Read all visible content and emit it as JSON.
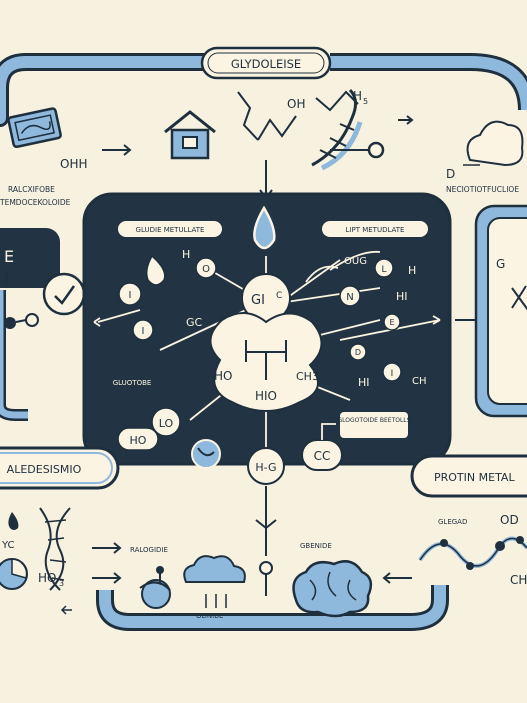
{
  "colors": {
    "background": "#f7f1df",
    "panel": "#223443",
    "accent_blue": "#8fb8dd",
    "ink": "#1e2f3d",
    "cream": "#fbf4e2"
  },
  "title": "GLYDOLEISE",
  "top": {
    "left_caption_1": "RALCXIFOBE",
    "left_caption_2": "TEMDOCEKOLOIDE",
    "left_formula": "OHH",
    "oh_label": "OH",
    "h_label": "H",
    "subscript_5": "5",
    "right_caption": "NECIOTIOTFUCLIOE",
    "right_d": "D"
  },
  "panel": {
    "left_section_title": "GLUDIE METULLATE",
    "right_section_title": "LIPT METUDLATE",
    "center_formula": "GI",
    "center_sub": "C",
    "left_mid_label": "GLUOTOBE",
    "bottom_right_caption": "GLOGOTOIDE BEETOLLS",
    "left_letters": [
      "H",
      "O",
      "I",
      "I",
      "GC"
    ],
    "center_labels": [
      "HO",
      "CH3",
      "HIO"
    ],
    "right_letters": [
      "OUG",
      "L",
      "H",
      "N",
      "HI",
      "E",
      "D",
      "HI",
      "I",
      "CH"
    ],
    "bottom_left_labels": [
      "LO",
      "HO"
    ],
    "h_g_node": "H-G",
    "cc_node": "CC"
  },
  "left_box_label": "E",
  "right_box_label": "G",
  "bottom": {
    "left_banner": "ALEDESISMIO",
    "right_banner": "PROTIN METAL",
    "left_yc": "YC",
    "left_ho": "HO",
    "left_ho_sub": "3",
    "label_ralocidie": "RALOGIDIE",
    "label_odnibe": "ODNIBE",
    "label_gbenide": "GBENIDE",
    "right_glegad": "GLEGAD",
    "right_od": "OD",
    "right_ch": "CH"
  },
  "icons": [
    "book-icon",
    "house-icon",
    "water-drop-icon",
    "dna-icon",
    "cloud-icon",
    "brain-icon",
    "pie-chart-icon",
    "check-icon"
  ]
}
